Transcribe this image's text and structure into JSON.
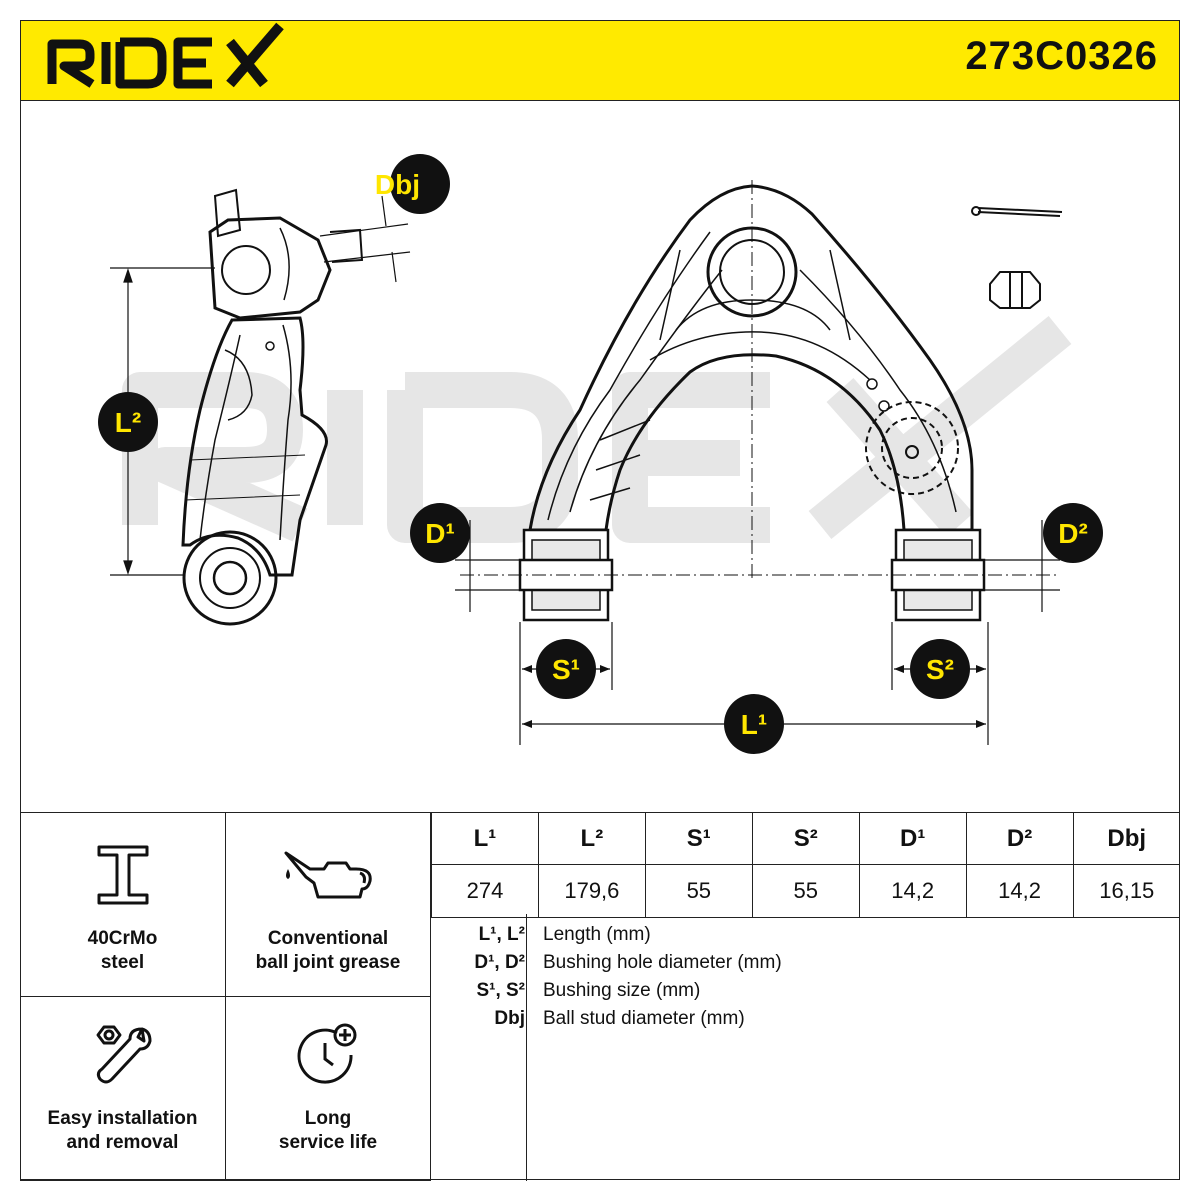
{
  "brand": "RIDEX",
  "part_number": "273C0326",
  "labels": {
    "L1": "L¹",
    "L2": "L²",
    "S1": "S¹",
    "S2": "S²",
    "D1": "D¹",
    "D2": "D²",
    "Dbj": "Dbj"
  },
  "features": [
    {
      "icon": "steel-beam-icon",
      "line1": "40CrMo",
      "line2": "steel"
    },
    {
      "icon": "oil-can-icon",
      "line1": "Conventional",
      "line2": "ball joint grease"
    },
    {
      "icon": "wrench-nut-icon",
      "line1": "Easy installation",
      "line2": "and removal"
    },
    {
      "icon": "clock-plus-icon",
      "line1": "Long",
      "line2": "service life"
    }
  ],
  "specs": {
    "headers": [
      "L¹",
      "L²",
      "S¹",
      "S²",
      "D¹",
      "D²",
      "Dbj"
    ],
    "values": [
      "274",
      "179,6",
      "55",
      "55",
      "14,2",
      "14,2",
      "16,15"
    ]
  },
  "legend": [
    {
      "key": "L¹, L²",
      "text": "Length (mm)"
    },
    {
      "key": "D¹, D²",
      "text": "Bushing hole diameter (mm)"
    },
    {
      "key": "S¹, S²",
      "text": "Bushing size (mm)"
    },
    {
      "key": "Dbj",
      "text": "Ball stud diameter (mm)"
    }
  ],
  "colors": {
    "accent": "#ffea00",
    "ink": "#111111",
    "watermark": "#e6e6e6"
  }
}
